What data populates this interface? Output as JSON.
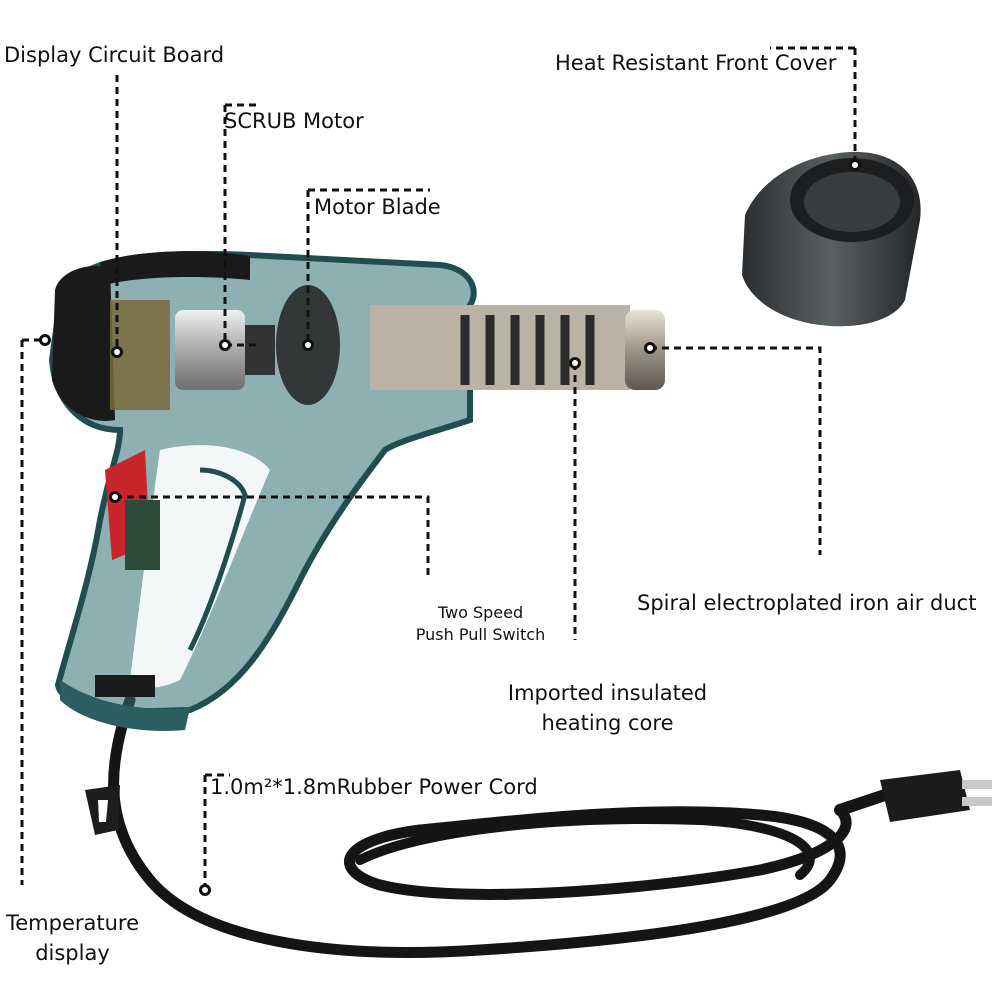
{
  "labels": {
    "display_circuit_board": "Display Circuit Board",
    "scrub_motor": "SCRUB Motor",
    "motor_blade": "Motor Blade",
    "front_cover": "Heat Resistant Front Cover",
    "air_duct": "Spiral electroplated iron air duct",
    "switch_line1": "Two Speed",
    "switch_line2": "Push Pull Switch",
    "core_line1": "Imported insulated",
    "core_line2": "heating core",
    "power_cord": "1.0m²*1.8mRubber Power Cord",
    "temp_line1": "Temperature",
    "temp_line2": "display"
  },
  "colors": {
    "housing": "#2f6f73",
    "housing_dark": "#1f4d50",
    "grip_black": "#1a1a1a",
    "red_board": "#c8262b",
    "metal": "#b9b2a5",
    "coil": "#2b2b2b",
    "cord": "#151515",
    "leader": "#111111"
  }
}
